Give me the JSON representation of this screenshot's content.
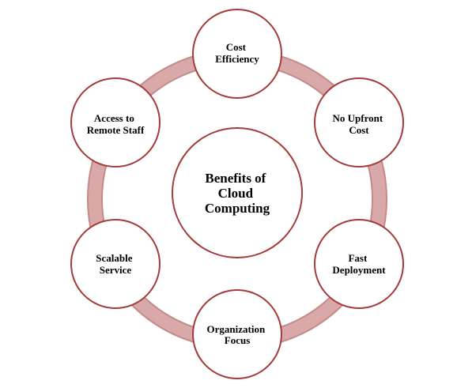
{
  "center": {
    "lines": [
      "Benefits of",
      "Cloud",
      "Computing"
    ]
  },
  "nodes": [
    {
      "id": "cost-efficiency",
      "lines": [
        "Cost",
        "Efficiency"
      ]
    },
    {
      "id": "no-upfront-cost",
      "lines": [
        "No Upfront",
        "Cost"
      ]
    },
    {
      "id": "fast-deployment",
      "lines": [
        "Fast",
        "Deployment"
      ]
    },
    {
      "id": "organization-focus",
      "lines": [
        "Organization",
        "Focus"
      ]
    },
    {
      "id": "scalable-service",
      "lines": [
        "Scalable",
        "Service"
      ]
    },
    {
      "id": "access-to-remote-staff",
      "lines": [
        "Access to",
        "Remote Staff"
      ]
    }
  ],
  "colors": {
    "ring": "#d9a9a9",
    "ring_edge": "#c48a8a",
    "circle_stroke": "#a33b3b",
    "circle_fill": "#ffffff",
    "text": "#000000"
  }
}
